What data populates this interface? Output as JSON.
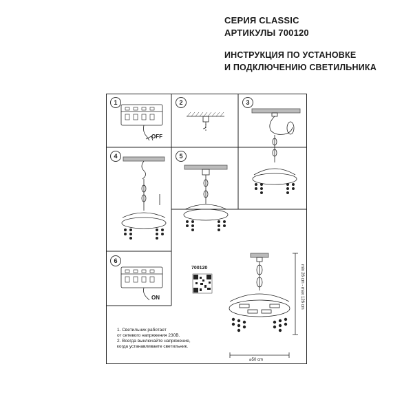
{
  "header": {
    "series": "СЕРИЯ CLASSIC",
    "articles": "АРТИКУЛЫ 700120",
    "instruction_line1": "ИНСТРУКЦИЯ ПО УСТАНОВКЕ",
    "instruction_line2": "И ПОДКЛЮЧЕНИЮ СВЕТИЛЬНИКА"
  },
  "steps": [
    {
      "number": "1",
      "label": "OFF"
    },
    {
      "number": "2",
      "label": ""
    },
    {
      "number": "3",
      "label": ""
    },
    {
      "number": "4",
      "label": ""
    },
    {
      "number": "5",
      "label": ""
    },
    {
      "number": "6",
      "label": "ON"
    }
  ],
  "product_code": "700120",
  "notes": [
    "1. Светильник работает",
    "от сетевого напряжения 230В.",
    "2. Всегда выключайте напряжение,",
    "когда устанавливаете светильник."
  ],
  "dimensions": {
    "width": "⌀50 cm",
    "height": "min 26 cm - max 126 cm"
  },
  "colors": {
    "line": "#222222",
    "hatch": "#555555"
  }
}
